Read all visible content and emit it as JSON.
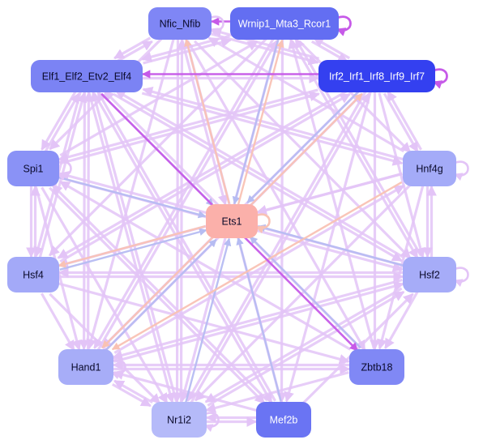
{
  "graph": {
    "colors": {
      "background": "#ffffff",
      "edge_default": "#e3c4f7",
      "edge_blue": "#b6bcf2",
      "edge_peach": "#f9c2b4",
      "edge_magenta": "#c65ae8",
      "self_loop": "#c65ae8"
    },
    "nodes": [
      {
        "id": "nfic",
        "label": "Nfic_Nfib",
        "fill": "#7f86f5",
        "text": "#0a0a2a"
      },
      {
        "id": "wrnip1",
        "label": "Wrnip1_Mta3_Rcor1",
        "fill": "#636ef2",
        "text": "#ffffff"
      },
      {
        "id": "elf",
        "label": "Elf1_Elf2_Etv2_Elf4",
        "fill": "#7b83f4",
        "text": "#0a0a2a"
      },
      {
        "id": "irf",
        "label": "Irf2_Irf1_Irf8_Irf9_Irf7",
        "fill": "#3440f0",
        "text": "#ffffff"
      },
      {
        "id": "spi1",
        "label": "Spi1",
        "fill": "#8a92f6",
        "text": "#0a0a2a"
      },
      {
        "id": "hnf4g",
        "label": "Hnf4g",
        "fill": "#a4abf8",
        "text": "#0a0a2a"
      },
      {
        "id": "ets1",
        "label": "Ets1",
        "fill": "#fbb0aa",
        "text": "#0a0a2a"
      },
      {
        "id": "hsf4",
        "label": "Hsf4",
        "fill": "#a3a9f8",
        "text": "#0a0a2a"
      },
      {
        "id": "hsf2",
        "label": "Hsf2",
        "fill": "#a6acf8",
        "text": "#0a0a2a"
      },
      {
        "id": "hand1",
        "label": "Hand1",
        "fill": "#a7adf8",
        "text": "#0a0a2a"
      },
      {
        "id": "zbtb18",
        "label": "Zbtb18",
        "fill": "#8088f5",
        "text": "#0a0a2a"
      },
      {
        "id": "nr1i2",
        "label": "Nr1i2",
        "fill": "#b5baf9",
        "text": "#0a0a2a"
      },
      {
        "id": "mef2b",
        "label": "Mef2b",
        "fill": "#6a74f3",
        "text": "#ffffff"
      }
    ],
    "edges": [
      {
        "from": "wrnip1",
        "to": "nfic",
        "color": "magenta"
      },
      {
        "from": "irf",
        "to": "elf",
        "color": "magenta"
      },
      {
        "from": "elf",
        "to": "irf",
        "color": "default"
      },
      {
        "from": "spi1",
        "to": "ets1",
        "color": "blue"
      },
      {
        "from": "hsf4",
        "to": "ets1",
        "color": "blue"
      },
      {
        "from": "hsf2",
        "to": "ets1",
        "color": "blue"
      },
      {
        "from": "zbtb18",
        "to": "ets1",
        "color": "blue"
      },
      {
        "from": "nr1i2",
        "to": "ets1",
        "color": "blue"
      },
      {
        "from": "mef2b",
        "to": "ets1",
        "color": "blue"
      },
      {
        "from": "hand1",
        "to": "ets1",
        "color": "blue"
      },
      {
        "from": "elf",
        "to": "ets1",
        "color": "blue"
      },
      {
        "from": "irf",
        "to": "ets1",
        "color": "blue"
      },
      {
        "from": "wrnip1",
        "to": "ets1",
        "color": "blue"
      },
      {
        "from": "nfic",
        "to": "ets1",
        "color": "default"
      },
      {
        "from": "hnf4g",
        "to": "ets1",
        "color": "default"
      },
      {
        "from": "ets1",
        "to": "hsf4",
        "color": "peach"
      },
      {
        "from": "ets1",
        "to": "hand1",
        "color": "peach"
      },
      {
        "from": "ets1",
        "to": "nfic",
        "color": "peach"
      },
      {
        "from": "ets1",
        "to": "wrnip1",
        "color": "peach"
      },
      {
        "from": "ets1",
        "to": "irf",
        "color": "peach"
      },
      {
        "from": "hnf4g",
        "to": "hand1",
        "color": "peach"
      },
      {
        "from": "elf",
        "to": "zbtb18",
        "color": "magenta"
      },
      {
        "from": "elf",
        "to": "spi1",
        "color": "default"
      },
      {
        "from": "spi1",
        "to": "elf",
        "color": "default"
      },
      {
        "from": "elf",
        "to": "hnf4g",
        "color": "default"
      },
      {
        "from": "elf",
        "to": "hsf4",
        "color": "default"
      },
      {
        "from": "elf",
        "to": "hsf2",
        "color": "default"
      },
      {
        "from": "elf",
        "to": "hand1",
        "color": "default"
      },
      {
        "from": "elf",
        "to": "nr1i2",
        "color": "default"
      },
      {
        "from": "elf",
        "to": "mef2b",
        "color": "default"
      },
      {
        "from": "elf",
        "to": "wrnip1",
        "color": "default"
      },
      {
        "from": "elf",
        "to": "nfic",
        "color": "default"
      },
      {
        "from": "nfic",
        "to": "elf",
        "color": "default"
      },
      {
        "from": "nfic",
        "to": "irf",
        "color": "default"
      },
      {
        "from": "nfic",
        "to": "hsf2",
        "color": "default"
      },
      {
        "from": "nfic",
        "to": "hand1",
        "color": "default"
      },
      {
        "from": "nfic",
        "to": "zbtb18",
        "color": "default"
      },
      {
        "from": "nfic",
        "to": "nr1i2",
        "color": "default"
      },
      {
        "from": "nfic",
        "to": "spi1",
        "color": "default"
      },
      {
        "from": "wrnip1",
        "to": "irf",
        "color": "default"
      },
      {
        "from": "wrnip1",
        "to": "hnf4g",
        "color": "default"
      },
      {
        "from": "wrnip1",
        "to": "hsf2",
        "color": "default"
      },
      {
        "from": "wrnip1",
        "to": "hsf4",
        "color": "default"
      },
      {
        "from": "wrnip1",
        "to": "hand1",
        "color": "default"
      },
      {
        "from": "wrnip1",
        "to": "nr1i2",
        "color": "default"
      },
      {
        "from": "wrnip1",
        "to": "mef2b",
        "color": "default"
      },
      {
        "from": "wrnip1",
        "to": "elf",
        "color": "default"
      },
      {
        "from": "irf",
        "to": "wrnip1",
        "color": "default"
      },
      {
        "from": "irf",
        "to": "nfic",
        "color": "default"
      },
      {
        "from": "irf",
        "to": "hnf4g",
        "color": "default"
      },
      {
        "from": "irf",
        "to": "hsf2",
        "color": "default"
      },
      {
        "from": "irf",
        "to": "zbtb18",
        "color": "default"
      },
      {
        "from": "irf",
        "to": "mef2b",
        "color": "default"
      },
      {
        "from": "irf",
        "to": "nr1i2",
        "color": "default"
      },
      {
        "from": "irf",
        "to": "hand1",
        "color": "default"
      },
      {
        "from": "irf",
        "to": "hsf4",
        "color": "default"
      },
      {
        "from": "irf",
        "to": "spi1",
        "color": "default"
      },
      {
        "from": "spi1",
        "to": "hsf4",
        "color": "default"
      },
      {
        "from": "hsf4",
        "to": "spi1",
        "color": "default"
      },
      {
        "from": "spi1",
        "to": "hand1",
        "color": "default"
      },
      {
        "from": "spi1",
        "to": "nr1i2",
        "color": "default"
      },
      {
        "from": "spi1",
        "to": "hsf2",
        "color": "default"
      },
      {
        "from": "spi1",
        "to": "irf",
        "color": "default"
      },
      {
        "from": "spi1",
        "to": "wrnip1",
        "color": "default"
      },
      {
        "from": "spi1",
        "to": "mef2b",
        "color": "default"
      },
      {
        "from": "hnf4g",
        "to": "hsf2",
        "color": "default"
      },
      {
        "from": "hsf2",
        "to": "hnf4g",
        "color": "default"
      },
      {
        "from": "hnf4g",
        "to": "zbtb18",
        "color": "default"
      },
      {
        "from": "hnf4g",
        "to": "nr1i2",
        "color": "default"
      },
      {
        "from": "hnf4g",
        "to": "hsf4",
        "color": "default"
      },
      {
        "from": "hnf4g",
        "to": "elf",
        "color": "default"
      },
      {
        "from": "hnf4g",
        "to": "nfic",
        "color": "default"
      },
      {
        "from": "hnf4g",
        "to": "irf",
        "color": "default"
      },
      {
        "from": "hsf4",
        "to": "hsf2",
        "color": "default"
      },
      {
        "from": "hsf2",
        "to": "hsf4",
        "color": "default"
      },
      {
        "from": "hsf4",
        "to": "hand1",
        "color": "default"
      },
      {
        "from": "hsf4",
        "to": "nr1i2",
        "color": "default"
      },
      {
        "from": "hsf4",
        "to": "elf",
        "color": "default"
      },
      {
        "from": "hsf4",
        "to": "irf",
        "color": "default"
      },
      {
        "from": "hsf4",
        "to": "zbtb18",
        "color": "default"
      },
      {
        "from": "hsf2",
        "to": "hand1",
        "color": "default"
      },
      {
        "from": "hand1",
        "to": "hsf2",
        "color": "default"
      },
      {
        "from": "hsf2",
        "to": "nr1i2",
        "color": "default"
      },
      {
        "from": "hsf2",
        "to": "zbtb18",
        "color": "default"
      },
      {
        "from": "hsf2",
        "to": "elf",
        "color": "default"
      },
      {
        "from": "hsf2",
        "to": "wrnip1",
        "color": "default"
      },
      {
        "from": "hsf2",
        "to": "spi1",
        "color": "default"
      },
      {
        "from": "hand1",
        "to": "nr1i2",
        "color": "default"
      },
      {
        "from": "nr1i2",
        "to": "hand1",
        "color": "default"
      },
      {
        "from": "hand1",
        "to": "zbtb18",
        "color": "default"
      },
      {
        "from": "hand1",
        "to": "elf",
        "color": "default"
      },
      {
        "from": "hand1",
        "to": "wrnip1",
        "color": "default"
      },
      {
        "from": "hand1",
        "to": "irf",
        "color": "default"
      },
      {
        "from": "hand1",
        "to": "hnf4g",
        "color": "default"
      },
      {
        "from": "zbtb18",
        "to": "nr1i2",
        "color": "default"
      },
      {
        "from": "zbtb18",
        "to": "hand1",
        "color": "default"
      },
      {
        "from": "zbtb18",
        "to": "elf",
        "color": "default"
      },
      {
        "from": "zbtb18",
        "to": "spi1",
        "color": "default"
      },
      {
        "from": "zbtb18",
        "to": "wrnip1",
        "color": "default"
      },
      {
        "from": "nr1i2",
        "to": "mef2b",
        "color": "default"
      },
      {
        "from": "mef2b",
        "to": "nr1i2",
        "color": "default"
      },
      {
        "from": "nr1i2",
        "to": "hsf2",
        "color": "default"
      },
      {
        "from": "nr1i2",
        "to": "elf",
        "color": "default"
      },
      {
        "from": "nr1i2",
        "to": "nfic",
        "color": "default"
      },
      {
        "from": "nr1i2",
        "to": "irf",
        "color": "default"
      },
      {
        "from": "mef2b",
        "to": "hand1",
        "color": "default"
      },
      {
        "from": "mef2b",
        "to": "hsf2",
        "color": "default"
      },
      {
        "from": "mef2b",
        "to": "elf",
        "color": "default"
      },
      {
        "from": "mef2b",
        "to": "spi1",
        "color": "default"
      },
      {
        "from": "mef2b",
        "to": "nfic",
        "color": "default"
      }
    ],
    "self_loops": [
      "nfic",
      "wrnip1",
      "irf",
      "spi1",
      "hnf4g",
      "ets1",
      "hsf2",
      "hand1",
      "nr1i2"
    ]
  }
}
